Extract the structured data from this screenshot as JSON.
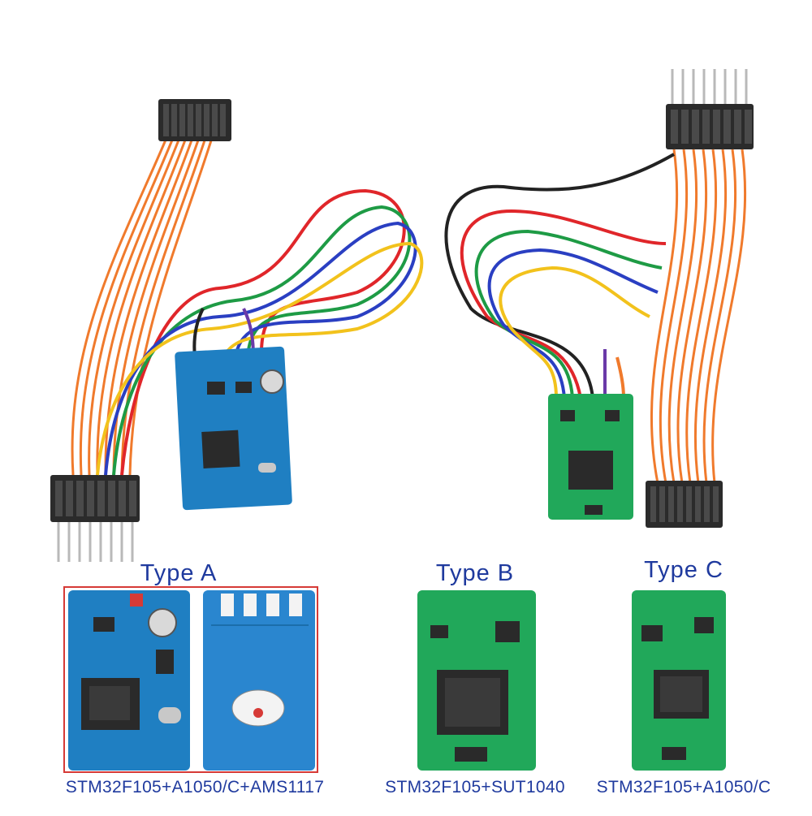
{
  "modules": [
    {
      "title": "Type A",
      "caption": "STM32F105+A1050/C+AMS1117",
      "board_color": "#1f7fc2"
    },
    {
      "title": "Type B",
      "caption": "STM32F105+SUT1040",
      "board_color": "#21a85a"
    },
    {
      "title": "Type C",
      "caption": "STM32F105+A1050/C",
      "board_color": "#21a85a"
    }
  ],
  "wire_colors": {
    "ribbon": "#f07a2c",
    "red": "#e0262a",
    "green": "#1e9b45",
    "blue": "#2a3fc2",
    "yellow": "#f2c21c",
    "purple": "#6a3aa8",
    "black": "#222222"
  }
}
